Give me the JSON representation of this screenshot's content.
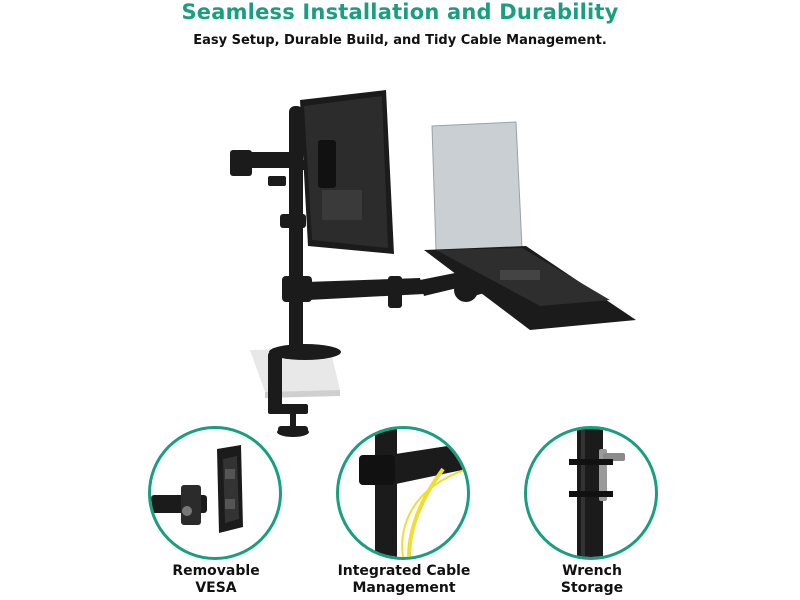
{
  "header": {
    "title": "Seamless Installation and Durability",
    "subtitle": "Easy Setup, Durable Build, and Tidy Cable Management."
  },
  "features": [
    {
      "label": "Removable\nVESA",
      "icon": "vesa-plate-icon"
    },
    {
      "label": "Integrated Cable\nManagement",
      "icon": "cable-management-icon"
    },
    {
      "label": "Wrench\nStorage",
      "icon": "wrench-storage-icon"
    }
  ],
  "colors": {
    "accent": "#1a9e80",
    "text": "#111111",
    "hardware": "#1b1b1b",
    "laptop": "#c9cfd3"
  }
}
